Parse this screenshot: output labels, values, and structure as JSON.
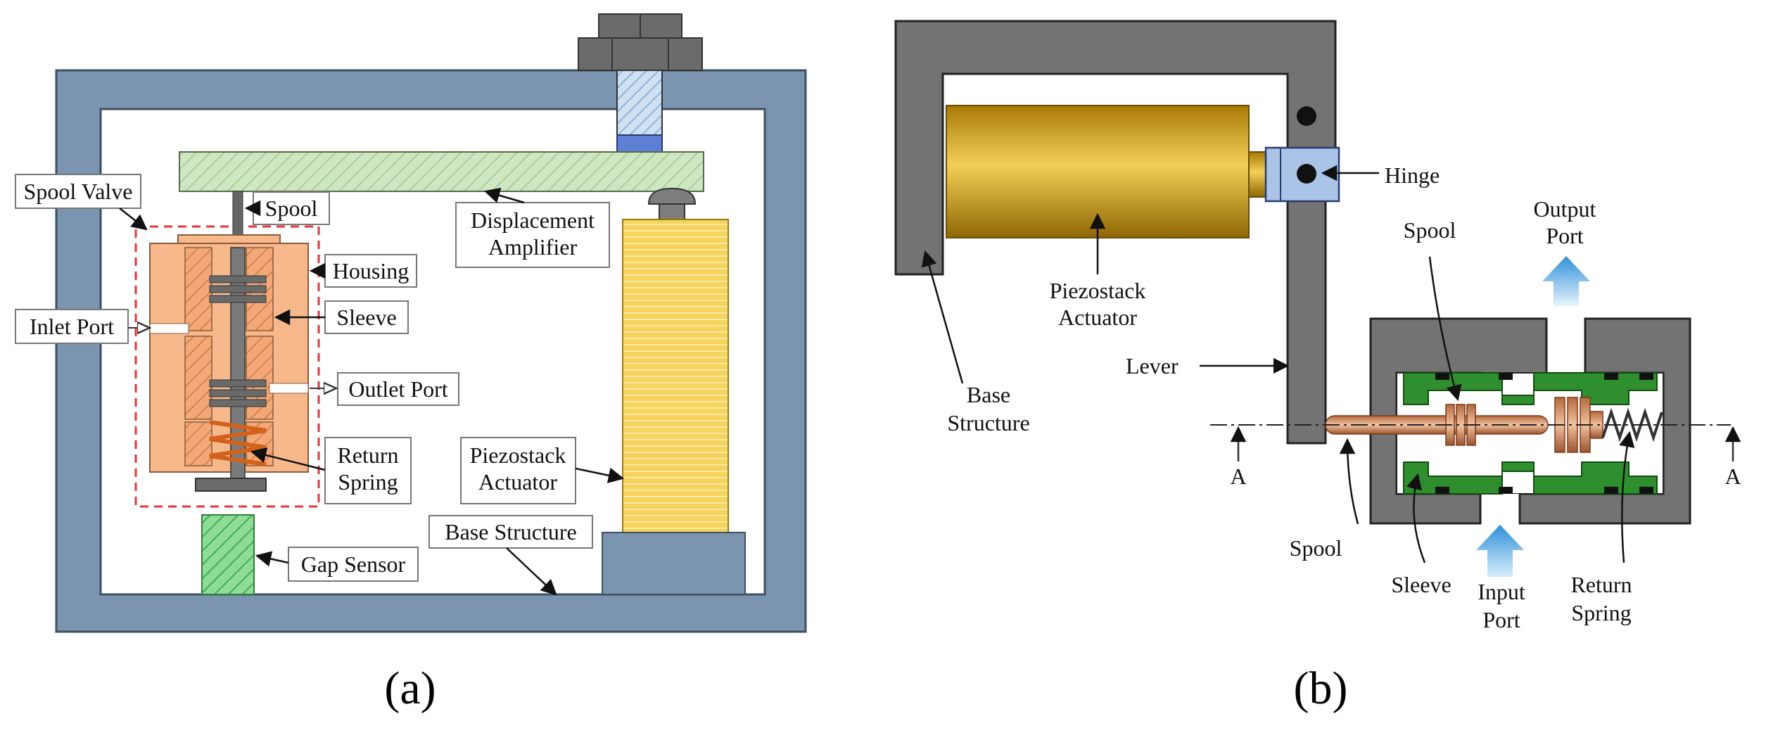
{
  "panels": {
    "a": {
      "caption": "(a)",
      "labels": {
        "spool_valve": "Spool Valve",
        "spool": "Spool",
        "displacement_amplifier_1": "Displacement",
        "displacement_amplifier_2": "Amplifier",
        "housing": "Housing",
        "sleeve": "Sleeve",
        "inlet_port": "Inlet Port",
        "outlet_port": "Outlet Port",
        "return_spring_1": "Return",
        "return_spring_2": "Spring",
        "piezostack_actuator_1": "Piezostack",
        "piezostack_actuator_2": "Actuator",
        "base_structure": "Base Structure",
        "gap_sensor": "Gap Sensor"
      }
    },
    "b": {
      "caption": "(b)",
      "labels": {
        "hinge": "Hinge",
        "output_port_1": "Output",
        "output_port_2": "Port",
        "spool_top": "Spool",
        "piezostack_actuator_1": "Piezostack",
        "piezostack_actuator_2": "Actuator",
        "lever": "Lever",
        "base_structure_1": "Base",
        "base_structure_2": "Structure",
        "section_left": "A",
        "section_right": "A",
        "spool_bottom": "Spool",
        "sleeve": "Sleeve",
        "input_port_1": "Input",
        "input_port_2": "Port",
        "return_spring_1": "Return",
        "return_spring_2": "Spring"
      }
    }
  },
  "colors": {
    "frame_blue": "#7b95b0",
    "amplifier_green": "#cfe6c2",
    "housing_orange": "#f7b98c",
    "piezo_yellow": "#f6d35c",
    "gap_sensor_green": "#7fd38a",
    "dashed_red": "#e8333a",
    "structure_gray": "#737373",
    "actuator_gold": "#c9970f",
    "hinge_blue": "#a9c4e6",
    "sleeve_green": "#2f8f2f",
    "spool_copper": "#d28a5a",
    "arrow_blue": "#4aa3e0"
  }
}
